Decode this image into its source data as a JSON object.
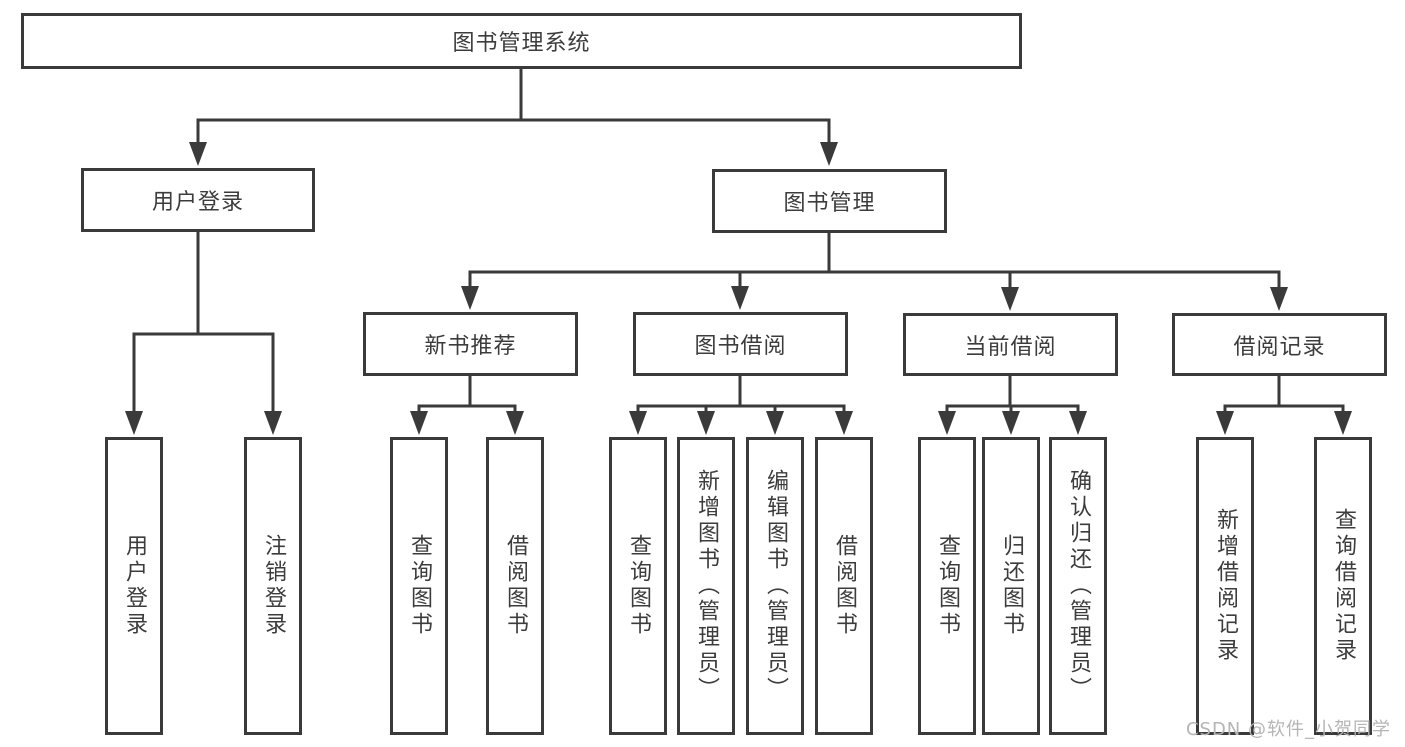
{
  "diagram": {
    "root": {
      "label": "图书管理系统"
    },
    "nodes": {
      "user_login": {
        "label": "用户登录",
        "children": [
          {
            "label": "用户登录"
          },
          {
            "label": "注销登录"
          }
        ]
      },
      "book_mgmt": {
        "label": "图书管理",
        "children": [
          {
            "label": "新书推荐",
            "children": [
              {
                "label": "查询图书"
              },
              {
                "label": "借阅图书"
              }
            ]
          },
          {
            "label": "图书借阅",
            "children": [
              {
                "label": "查询图书"
              },
              {
                "label": "新增图书（管理员）"
              },
              {
                "label": "编辑图书（管理员）"
              },
              {
                "label": "借阅图书"
              }
            ]
          },
          {
            "label": "当前借阅",
            "children": [
              {
                "label": "查询图书"
              },
              {
                "label": "归还图书"
              },
              {
                "label": "确认归还（管理员）"
              }
            ]
          },
          {
            "label": "借阅记录",
            "children": [
              {
                "label": "新增借阅记录"
              },
              {
                "label": "查询借阅记录"
              }
            ]
          }
        ]
      }
    }
  },
  "watermark": {
    "text": "CSDN @软件_小贺同学"
  },
  "colors": {
    "line": "#3a3a3a",
    "text": "#3c3c3c",
    "watermark": "#b5b5b5",
    "background": "#ffffff"
  }
}
